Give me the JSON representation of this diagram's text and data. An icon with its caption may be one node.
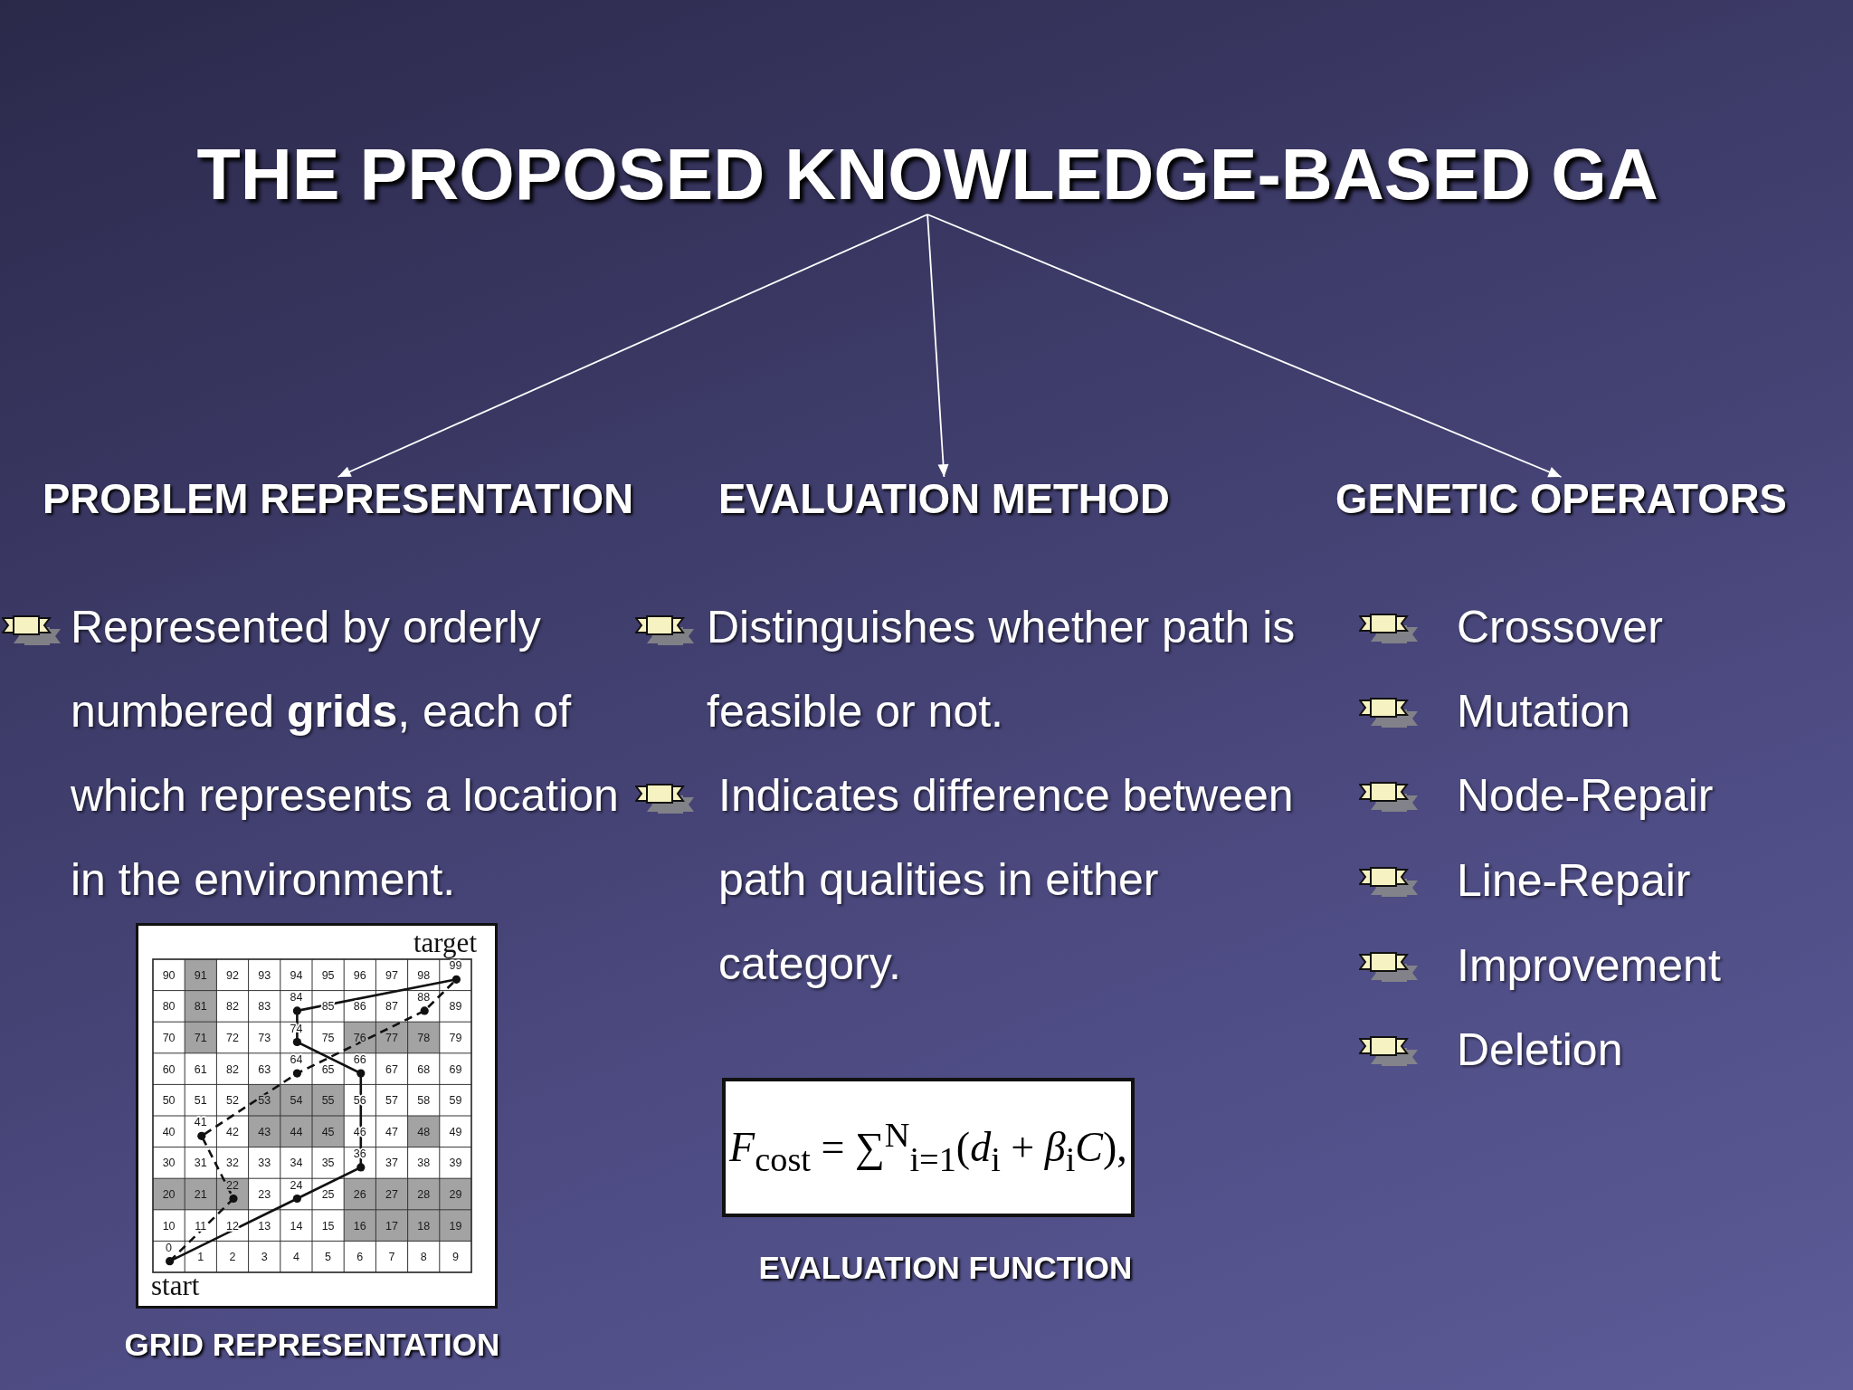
{
  "diagram": {
    "nodes": [
      {
        "text": [
          "THE PROPOSED KNOWLEDGE-BASED GA"
        ]
      },
      {
        "text": [
          "PROBLEM REPRESENTATION"
        ]
      },
      {
        "text": [
          "EVALUATION METHOD"
        ]
      },
      {
        "text": [
          "GENETIC OPERATORS"
        ]
      }
    ],
    "edges": [
      {
        "from": 0,
        "to": 1,
        "arrow": "to"
      },
      {
        "from": 0,
        "to": 2,
        "arrow": "to"
      },
      {
        "from": 0,
        "to": 3,
        "arrow": "to"
      }
    ],
    "labels": [
      "Represented by orderly numbered **grids**, each of which represents a location in the environment.",
      "Distinguishes whether path is feasible or not.",
      "Indicates difference between path qualities in either category.",
      "Crossover",
      "Mutation",
      "Node-Repair",
      "Line-Repair",
      "Improvement",
      "Deletion",
      "target",
      "90",
      "91",
      "92",
      "93",
      "94",
      "95",
      "96",
      "97",
      "98",
      "99",
      "80",
      "81",
      "82",
      "83",
      "84",
      "85",
      "86",
      "87",
      "88",
      "89",
      "70",
      "71",
      "72",
      "73",
      "74",
      "75",
      "76",
      "77",
      "78",
      "79",
      "60",
      "61",
      "82",
      "63",
      "64",
      "65",
      "66",
      "67",
      "68",
      "69",
      "50",
      "51",
      "52",
      "53",
      "54",
      "55",
      "56",
      "57",
      "58",
      "59",
      "40",
      "41",
      "42",
      "43",
      "44",
      "45",
      "46",
      "47",
      "48",
      "49",
      "30",
      "31",
      "32",
      "33",
      "34",
      "35",
      "36",
      "37",
      "38",
      "39",
      "20",
      "21",
      "22",
      "23",
      "24",
      "25",
      "26",
      "27",
      "28",
      "29",
      "10",
      "11",
      "12",
      "13",
      "14",
      "15",
      "16",
      "17",
      "18",
      "19",
      "0",
      "1",
      "2",
      "3",
      "4",
      "5",
      "6",
      "7",
      "8",
      "9",
      "start",
      "GRID REPRESENTATION",
      "*F*$_{cost}$ = ∑$^{N}$$_{i=1}$(*d*$_{i}$ + *β*$_{i}$*C*),",
      "EVALUATION FUNCTION"
    ]
  }
}
